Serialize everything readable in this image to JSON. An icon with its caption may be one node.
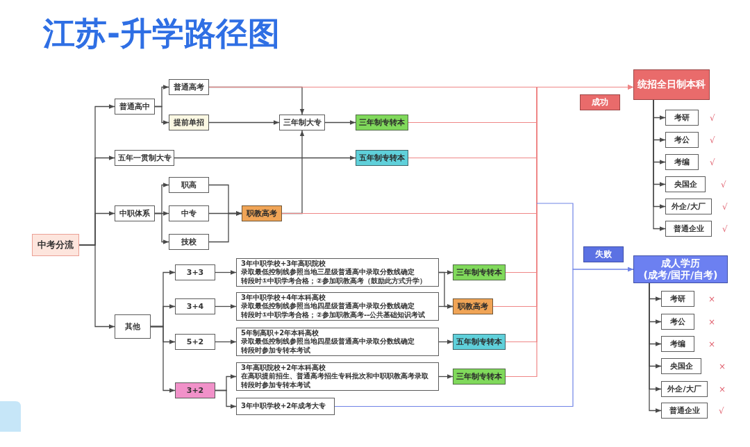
{
  "diagram": {
    "title": "江苏-升学路径图",
    "nodes": [
      {
        "text": [
          "中考分流"
        ]
      },
      {
        "text": [
          "普通高中"
        ]
      },
      {
        "text": [
          "普通高考"
        ]
      },
      {
        "text": [
          "提前单招"
        ]
      },
      {
        "text": [
          "三年制大专"
        ]
      },
      {
        "text": [
          "三年制专转本"
        ]
      },
      {
        "text": [
          "五年一贯制大专"
        ]
      },
      {
        "text": [
          "五年制专转本"
        ]
      },
      {
        "text": [
          "中职体系"
        ]
      },
      {
        "text": [
          "职高"
        ]
      },
      {
        "text": [
          "中专"
        ]
      },
      {
        "text": [
          "技校"
        ]
      },
      {
        "text": [
          "职教高考"
        ]
      },
      {
        "text": [
          "统招全日制本科"
        ]
      },
      {
        "text": [
          "成功"
        ]
      },
      {
        "text": [
          "考研"
        ],
        "beside": [
          "√"
        ]
      },
      {
        "text": [
          "考公"
        ],
        "beside": [
          "√"
        ]
      },
      {
        "text": [
          "考编"
        ],
        "beside": [
          "√"
        ]
      },
      {
        "text": [
          "央国企"
        ],
        "beside": [
          "√"
        ]
      },
      {
        "text": [
          "外企/大厂"
        ],
        "beside": [
          "√"
        ]
      },
      {
        "text": [
          "普通企业"
        ],
        "beside": [
          "√"
        ]
      },
      {
        "text": [
          "其他"
        ]
      },
      {
        "text": [
          "3+3"
        ]
      },
      {
        "text": [
          "3+4"
        ]
      },
      {
        "text": [
          "5+2"
        ]
      },
      {
        "text": [
          "3+2"
        ]
      },
      {
        "text": [
          "3年中职学校+3年高职院校",
          "录取最低控制线参照当地三星级普通高中录取分数线确定",
          "转段时①中职学考合格；②参加职教高考（鼓励此方式升学）"
        ]
      },
      {
        "text": [
          "3年中职学校+4年本科高校",
          "录取最低控制线参照当地四星级普通高中录取分数线确定",
          "转段时①中职学考合格；②参加职教高考--公共基础知识考试"
        ]
      },
      {
        "text": [
          "5年制高职+2年本科高校",
          "录取最低控制线参照当地四星级普通高中录取分数线确定",
          "转段时参加专转本考试"
        ]
      },
      {
        "text": [
          "3年高职院校+2年本科高校",
          "在高职提前招生、普通高考招生专科批次和中职职教高考录取",
          "转段时参加专转本考试"
        ]
      },
      {
        "text": [
          "3年中职学校+2年成考大专"
        ]
      },
      {
        "text": [
          "三年制专转本"
        ]
      },
      {
        "text": [
          "职教高考"
        ]
      },
      {
        "text": [
          "五年制专转本"
        ]
      },
      {
        "text": [
          "三年制专转本"
        ]
      },
      {
        "text": [
          "失败"
        ]
      },
      {
        "text": [
          "成人学历",
          "(成考/国开/自考)"
        ]
      },
      {
        "text": [
          "考研"
        ],
        "beside": [
          "×"
        ]
      },
      {
        "text": [
          "考公"
        ],
        "beside": [
          "×"
        ]
      },
      {
        "text": [
          "考编"
        ],
        "beside": [
          "×"
        ]
      },
      {
        "text": [
          "央国企"
        ],
        "beside": [
          "×"
        ]
      },
      {
        "text": [
          "外企/大厂"
        ],
        "beside": [
          "×"
        ]
      },
      {
        "text": [
          "普通企业"
        ],
        "beside": [
          "√"
        ]
      }
    ],
    "edges": [
      {
        "from": 0,
        "to": 1,
        "arrow": "to"
      },
      {
        "from": 0,
        "to": 6,
        "arrow": "to"
      },
      {
        "from": 0,
        "to": 8,
        "arrow": "to"
      },
      {
        "from": 0,
        "to": 21,
        "arrow": "to"
      },
      {
        "from": 1,
        "to": 2,
        "arrow": "to"
      },
      {
        "from": 1,
        "to": 3,
        "arrow": "to"
      },
      {
        "from": 2,
        "to": 4,
        "arrow": "to"
      },
      {
        "from": 3,
        "to": 4,
        "arrow": "to"
      },
      {
        "from": 12,
        "to": 4,
        "arrow": "to"
      },
      {
        "from": 4,
        "to": 5,
        "arrow": "to"
      },
      {
        "from": 6,
        "to": 7,
        "arrow": "to"
      },
      {
        "from": 8,
        "to": 9,
        "arrow": "to"
      },
      {
        "from": 8,
        "to": 10,
        "arrow": "to"
      },
      {
        "from": 8,
        "to": 11,
        "arrow": "to"
      },
      {
        "from": 9,
        "to": 12,
        "arrow": "to"
      },
      {
        "from": 10,
        "to": 12,
        "arrow": "to"
      },
      {
        "from": 11,
        "to": 12,
        "arrow": "to"
      },
      {
        "from": 21,
        "to": 22,
        "arrow": "to"
      },
      {
        "from": 21,
        "to": 23,
        "arrow": "to"
      },
      {
        "from": 21,
        "to": 24,
        "arrow": "to"
      },
      {
        "from": 21,
        "to": 25,
        "arrow": "to"
      },
      {
        "from": 22,
        "to": 26,
        "arrow": "to"
      },
      {
        "from": 23,
        "to": 27,
        "arrow": "to"
      },
      {
        "from": 24,
        "to": 28,
        "arrow": "to"
      },
      {
        "from": 25,
        "to": 29,
        "arrow": "to"
      },
      {
        "from": 25,
        "to": 30,
        "arrow": "to"
      },
      {
        "from": 26,
        "to": 31,
        "arrow": "to"
      },
      {
        "from": 26,
        "to": 32,
        "arrow": "to"
      },
      {
        "from": 27,
        "to": 32,
        "arrow": "to"
      },
      {
        "from": 28,
        "to": 33,
        "arrow": "to"
      },
      {
        "from": 29,
        "to": 34,
        "arrow": "to"
      },
      {
        "from": 2,
        "to": 13,
        "arrow": "to",
        "color": "#ef8686"
      },
      {
        "from": 5,
        "to": 13,
        "arrow": "to",
        "color": "#ef8686"
      },
      {
        "from": 7,
        "to": 13,
        "arrow": "to",
        "color": "#ef8686"
      },
      {
        "from": 12,
        "to": 13,
        "arrow": "to",
        "color": "#ef8686"
      },
      {
        "from": 31,
        "to": 13,
        "arrow": "to",
        "color": "#ef8686"
      },
      {
        "from": 32,
        "to": 13,
        "arrow": "to",
        "color": "#ef8686"
      },
      {
        "from": 33,
        "to": 13,
        "arrow": "to",
        "color": "#ef8686"
      },
      {
        "from": 34,
        "to": 13,
        "arrow": "to",
        "color": "#ef8686"
      },
      {
        "from": null,
        "to": 36,
        "arrow": "to",
        "color": "#6f83e6"
      },
      {
        "from": 30,
        "to": 36,
        "arrow": "to",
        "color": "#6f83e6"
      },
      {
        "from": 13,
        "to": 15,
        "arrow": "to"
      },
      {
        "from": 13,
        "to": 16,
        "arrow": "to"
      },
      {
        "from": 13,
        "to": 17,
        "arrow": "to"
      },
      {
        "from": 13,
        "to": 18,
        "arrow": "to"
      },
      {
        "from": 13,
        "to": 19,
        "arrow": "to"
      },
      {
        "from": 13,
        "to": 20,
        "arrow": "to"
      },
      {
        "from": 36,
        "to": 37,
        "arrow": "to"
      },
      {
        "from": 36,
        "to": 38,
        "arrow": "to"
      },
      {
        "from": 36,
        "to": 39,
        "arrow": "to"
      },
      {
        "from": 36,
        "to": 40,
        "arrow": "to"
      },
      {
        "from": 36,
        "to": 41,
        "arrow": "to"
      },
      {
        "from": 36,
        "to": 42,
        "arrow": "to"
      }
    ]
  }
}
